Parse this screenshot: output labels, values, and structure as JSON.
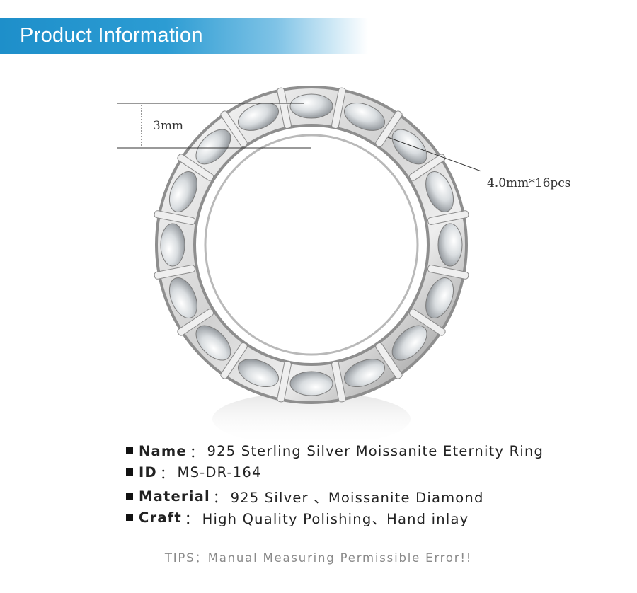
{
  "header": {
    "title": "Product Information"
  },
  "dimensions": {
    "height_label": "3mm",
    "stone_label": "4.0mm*16pcs"
  },
  "specs": [
    {
      "key": "Name",
      "sep": "：",
      "value": "925 Sterling Silver Moissanite Eternity Ring"
    },
    {
      "key": "ID",
      "sep": "：",
      "value": "MS-DR-164"
    },
    {
      "key": "Material",
      "sep": "：",
      "value": "925 Silver 、Moissanite Diamond"
    },
    {
      "key": "Craft",
      "sep": "：",
      "value": "High Quality Polishing、Hand inlay"
    }
  ],
  "tips": "TIPS：Manual Measuring Permissible Error!!"
}
